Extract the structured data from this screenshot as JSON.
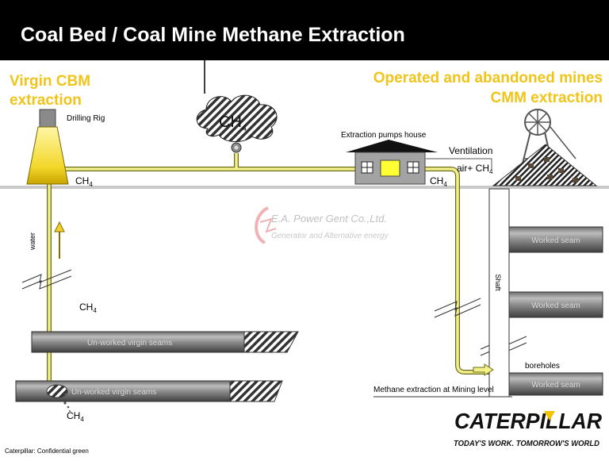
{
  "header": {
    "title": "Coal Bed  / Coal Mine Methane Extraction"
  },
  "left_section": {
    "title_line1": "Virgin CBM",
    "title_line2": "extraction",
    "drilling_rig": "Drilling Rig",
    "water": "water"
  },
  "right_section": {
    "title_line1": "Operated and abandoned mines",
    "title_line2": "CMM extraction"
  },
  "labels": {
    "pump_house": "Extraction pumps house",
    "ventilation": "Ventilation",
    "air_ch4_prefix": "air+ CH",
    "ch4_base": "CH",
    "ch4_sub": "4",
    "shaft": "Shaft",
    "boreholes": "boreholes",
    "methane_extraction": "Methane extraction at Mining level"
  },
  "seams": {
    "unworked_1": "Un-worked virgin seams",
    "unworked_2": "Un-worked virgin seams",
    "worked_1": "Worked seam",
    "worked_2": "Worked seam",
    "worked_3": "Worked seam"
  },
  "watermark": {
    "line1": "E.A. Power Gent Co.,Ltd.",
    "line2": "Generator and Alternative energy"
  },
  "logo": {
    "brand": "CATERPILLAR",
    "tagline": "TODAY'S WORK. TOMORROW'S WORLD"
  },
  "footer": {
    "text": "Caterpillar: Confidential green"
  },
  "colors": {
    "title_yellow": "#f0c419",
    "pipe_yellow": "#f2f08a",
    "header_bg": "#000000"
  }
}
